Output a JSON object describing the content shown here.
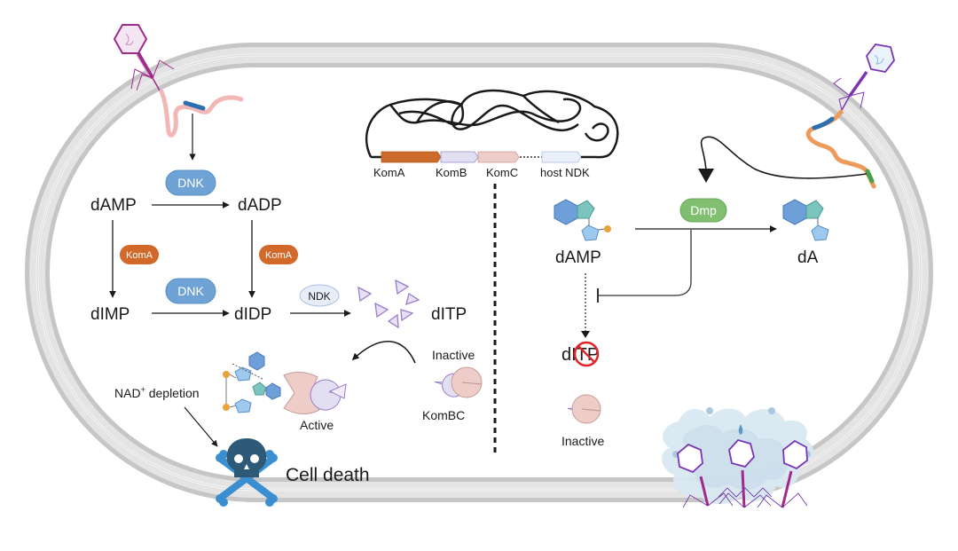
{
  "colors": {
    "membrane_outer": "#c9c9c9",
    "membrane_mid": "#e3e3e3",
    "membrane_inner": "#d4d4d4",
    "dnk": "#6fa3d6",
    "koma": "#d2692b",
    "ndk_fill": "#e8eef9",
    "dmp": "#7fbf6f",
    "komb": "#e2dff2",
    "komc": "#eecdc9",
    "host_ndk": "#eaf0fa",
    "phage_left": "#a02a8c",
    "phage_right": "#7a35b5",
    "skull": "#2e5a78",
    "bones": "#3b8fd0",
    "no_sign": "#e0262a"
  },
  "genome": {
    "genes": [
      {
        "label": "KomA"
      },
      {
        "label": "KomB"
      },
      {
        "label": "KomC"
      },
      {
        "label": "host NDK"
      }
    ]
  },
  "left_pathway": {
    "nodes": {
      "damp": "dAMP",
      "dadp": "dADP",
      "dimp": "dIMP",
      "didp": "dIDP",
      "ditp": "dITP"
    },
    "enzymes": {
      "dnk_top": "DNK",
      "dnk_bottom": "DNK",
      "koma_left": "KomA",
      "koma_right": "KomA",
      "ndk": "NDK"
    },
    "kombc_inactive_label": "Inactive",
    "kombc_label": "KomBC",
    "active_label": "Active",
    "nad_label": "NAD",
    "nad_sup": "+",
    "nad_suffix": " depletion",
    "cell_death": "Cell death"
  },
  "right_pathway": {
    "damp": "dAMP",
    "da": "dA",
    "dmp": "Dmp",
    "ditp_blocked": "dITP",
    "inactive_label": "Inactive"
  }
}
